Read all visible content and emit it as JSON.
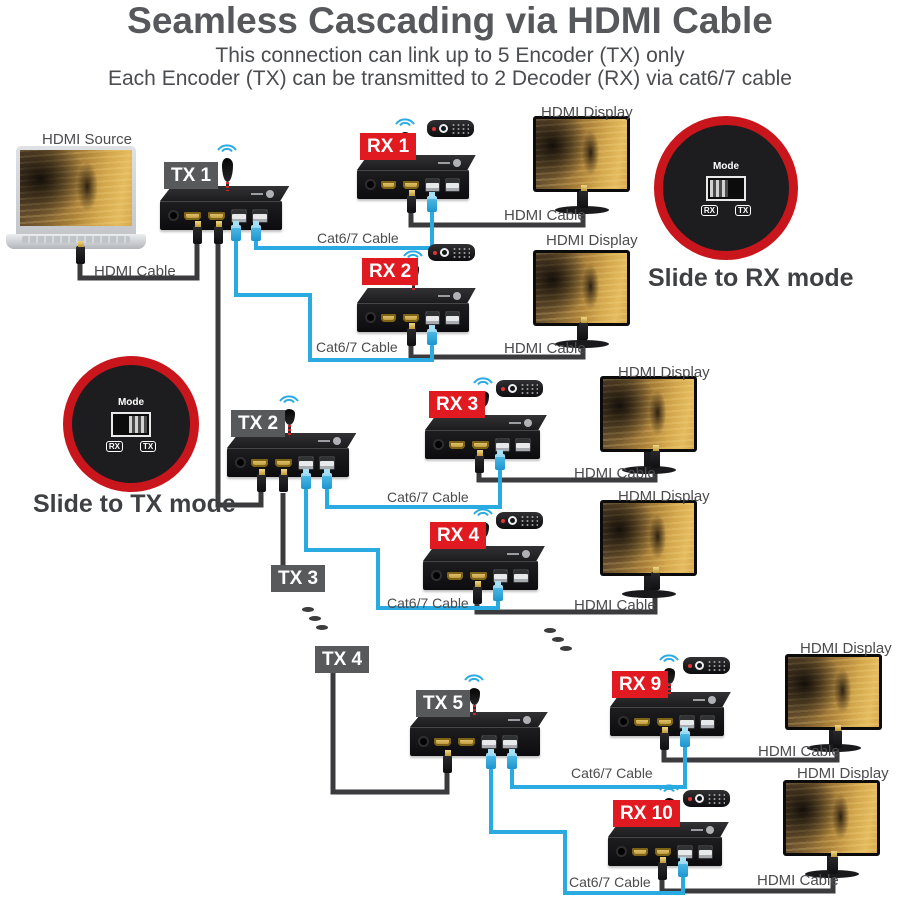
{
  "header": {
    "title": "Seamless Cascading via HDMI Cable",
    "subtitle1": "This connection can link up to 5 Encoder (TX) only",
    "subtitle2": "Each Encoder (TX) can be transmitted to 2 Decoder (RX) via cat6/7 cable"
  },
  "badges": {
    "tx1": "TX 1",
    "tx2": "TX 2",
    "tx3": "TX 3",
    "tx4": "TX 4",
    "tx5": "TX 5",
    "rx1": "RX 1",
    "rx2": "RX 2",
    "rx3": "RX 3",
    "rx4": "RX 4",
    "rx9": "RX 9",
    "rx10": "RX 10"
  },
  "labels": {
    "hdmi_source": "HDMI Source",
    "hdmi_display": "HDMI Display",
    "hdmi_cable": "HDMI Cable",
    "cat_cable": "Cat6/7 Cable"
  },
  "callouts": {
    "rx_mode_text": "Slide to RX mode",
    "tx_mode_text": "Slide to TX mode",
    "mode": "Mode",
    "rx": "RX",
    "tx": "TX"
  },
  "colors": {
    "cat_cable": "#29abe2",
    "hdmi_cable": "#3b3b3d",
    "tx_badge": "#58595b",
    "rx_badge": "#e11a22",
    "callout_ring": "#c9161c",
    "title_text": "#57585b"
  }
}
